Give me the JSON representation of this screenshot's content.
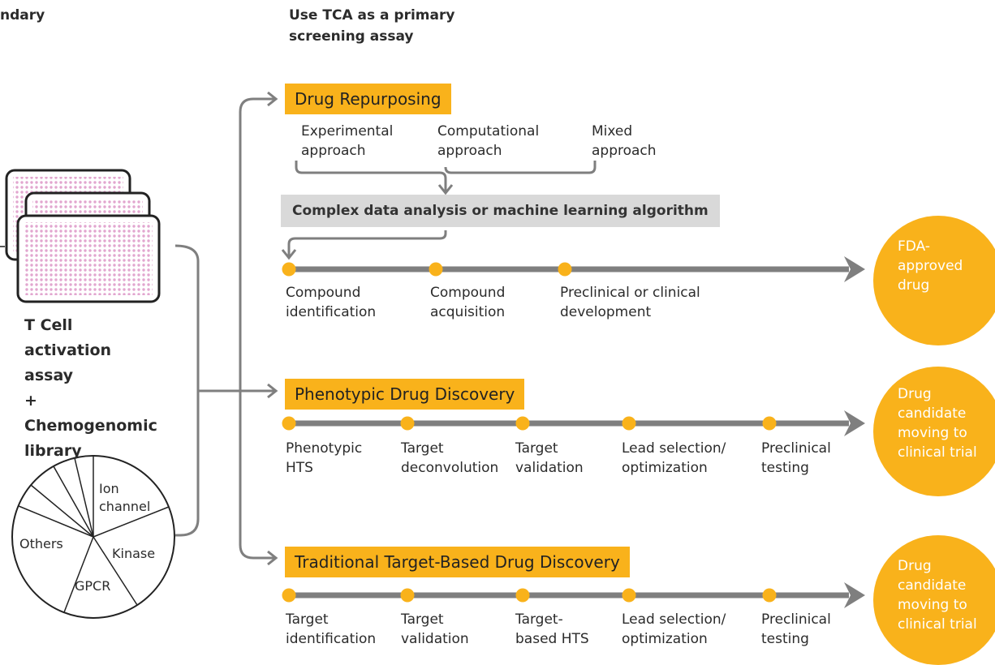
{
  "headers": {
    "left_partial": "ndary",
    "main": "Use TCA as a primary\nscreening assay"
  },
  "side": {
    "assay": "T Cell\nactivation\nassay\n+\nChemogenomic\nlibrary"
  },
  "pie": {
    "ion_channel": "Ion\nchannel",
    "kinase": "Kinase",
    "gpcr": "GPCR",
    "others": "Others"
  },
  "repurposing": {
    "title": "Drug Repurposing",
    "approaches": [
      "Experimental\napproach",
      "Computational\napproach",
      "Mixed\napproach"
    ],
    "analysis": "Complex data analysis or machine learning algorithm",
    "steps": [
      "Compound\nidentification",
      "Compound\nacquisition",
      "Preclinical or clinical\ndevelopment"
    ],
    "outcome": "FDA-\napproved\ndrug"
  },
  "phenotypic": {
    "title": "Phenotypic Drug Discovery",
    "steps": [
      "Phenotypic\nHTS",
      "Target\ndeconvolution",
      "Target\nvalidation",
      "Lead selection/\noptimization",
      "Preclinical\ntesting"
    ],
    "outcome": "Drug\ncandidate\nmoving to\nclinical trial"
  },
  "target_based": {
    "title": "Traditional Target-Based Drug Discovery",
    "steps": [
      "Target\nidentification",
      "Target\nvalidation",
      "Target-\nbased HTS",
      "Lead selection/\noptimization",
      "Preclinical\ntesting"
    ],
    "outcome": "Drug\ncandidate\nmoving to\nclinical trial"
  },
  "colors": {
    "accent": "#f9b21b",
    "line": "#7f7f7f",
    "plate": "#e2a6cf",
    "analysis_box": "#d9d9d9"
  }
}
